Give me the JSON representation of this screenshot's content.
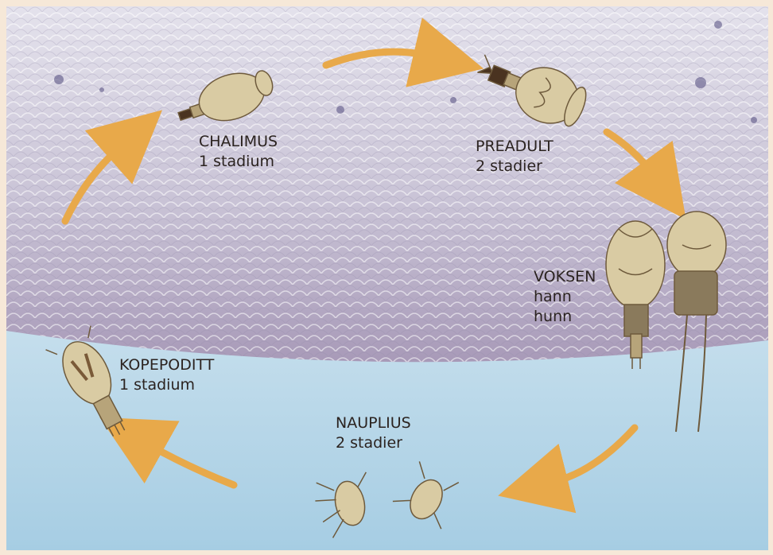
{
  "stages": {
    "chalimus": {
      "name": "CHALIMUS",
      "count": "1 stadium"
    },
    "preadult": {
      "name": "PREADULT",
      "count": "2 stadier"
    },
    "voksen": {
      "name": "VOKSEN",
      "male": "hann",
      "female": "hunn"
    },
    "nauplius": {
      "name": "NAUPLIUS",
      "count": "2 stadier"
    },
    "kopepoditt": {
      "name": "KOPEPODITT",
      "count": "1 stadium"
    }
  },
  "colors": {
    "arrow": "#e8a94a",
    "louse_body": "#d9cba3",
    "louse_outline": "#6e5a3c",
    "fish_skin": "#c9c6d8",
    "water_top": "#e8f1f7",
    "water_bottom": "#a9cfe4"
  }
}
